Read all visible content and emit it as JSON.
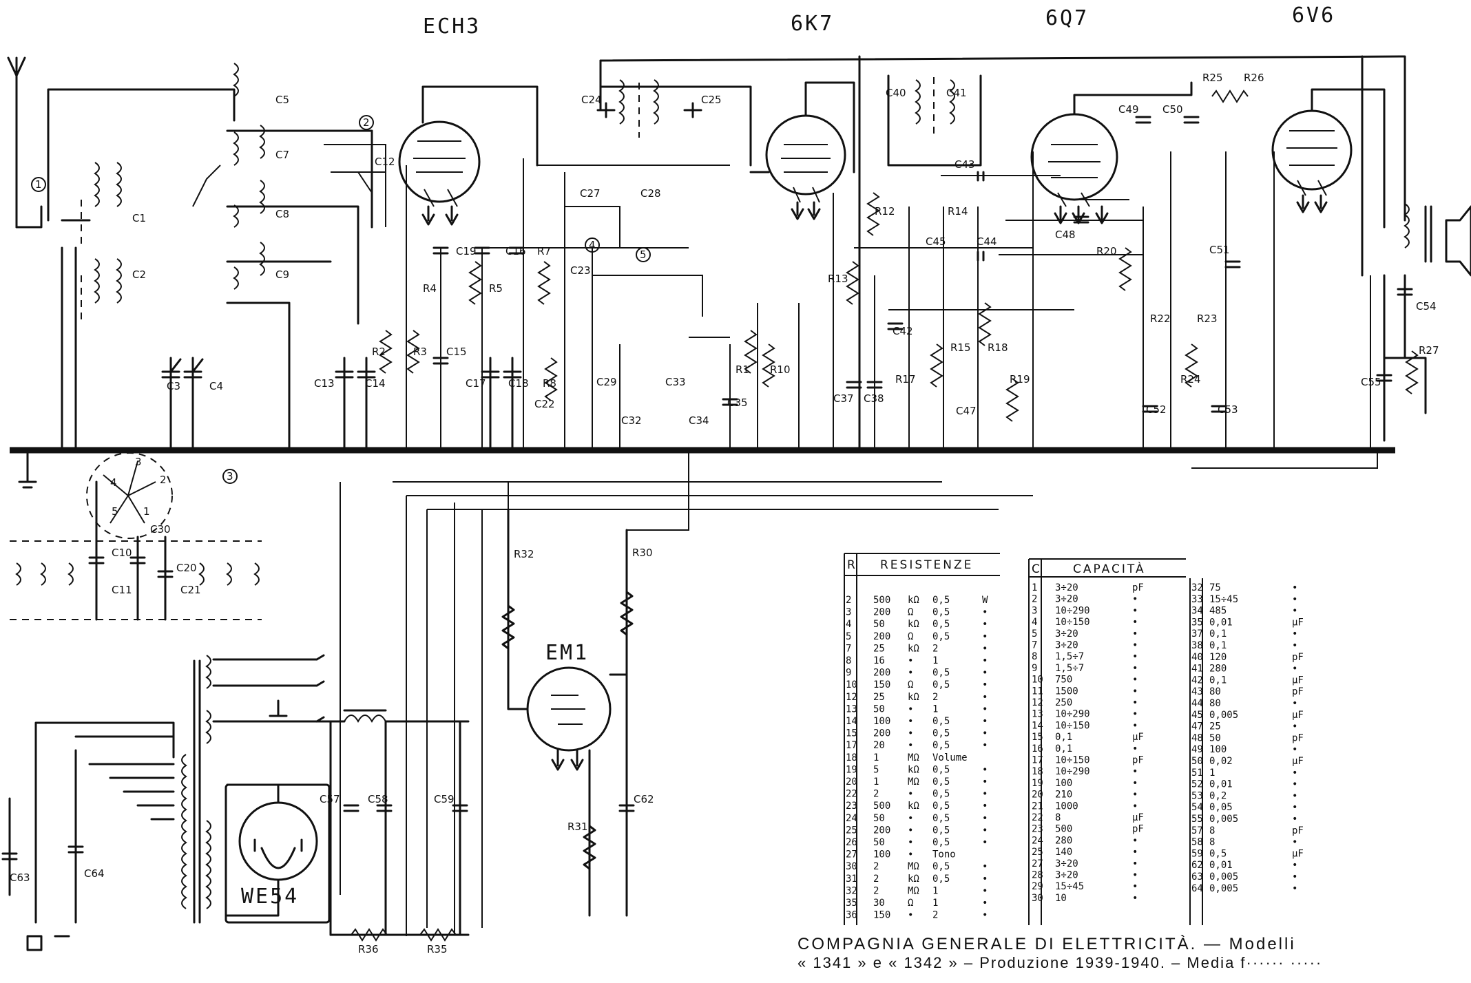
{
  "tubes": {
    "ech3": "ECH3",
    "6k7": "6K7",
    "6q7": "6Q7",
    "6v6": "6V6",
    "em1": "EM1",
    "we54": "WE54"
  },
  "component_labels": [
    "C5",
    "C7",
    "C8",
    "C9",
    "C1",
    "C2",
    "C3",
    "C4",
    "C12",
    "C13",
    "C14",
    "R2",
    "R3",
    "R4",
    "C15",
    "C16",
    "C19",
    "R5",
    "R7",
    "C17",
    "C18",
    "R8",
    "C22",
    "C27",
    "C28",
    "C23",
    "C29",
    "C32",
    "C33",
    "C34",
    "C24",
    "C25",
    "R1",
    "C35",
    "R10",
    "C37",
    "C38",
    "R12",
    "R13",
    "C40",
    "C41",
    "C43",
    "C45",
    "C44",
    "R14",
    "C42",
    "R17",
    "R15",
    "R18",
    "C47",
    "R19",
    "C48",
    "R20",
    "C49",
    "C50",
    "R25",
    "R26",
    "C51",
    "R22",
    "R23",
    "C52",
    "R24",
    "C53",
    "C54",
    "R27",
    "C55",
    "C10",
    "C11",
    "C20",
    "C21",
    "C30",
    "R32",
    "R30",
    "C57",
    "C58",
    "C59",
    "C62",
    "R31",
    "R36",
    "R35",
    "C63",
    "C64"
  ],
  "terminal_markers": [
    "1",
    "2",
    "3",
    "4",
    "5"
  ],
  "selector_pins": [
    "1",
    "2",
    "3",
    "4",
    "5"
  ],
  "resistances_table": {
    "header_index": "R",
    "header_title": "RESISTENZE",
    "rows": [
      [
        "2",
        "500",
        "kΩ",
        "0,5",
        "W"
      ],
      [
        "3",
        "200",
        "Ω",
        "0,5",
        "•"
      ],
      [
        "4",
        "50",
        "kΩ",
        "0,5",
        "•"
      ],
      [
        "5",
        "200",
        "Ω",
        "0,5",
        "•"
      ],
      [
        "7",
        "25",
        "kΩ",
        "2",
        "•"
      ],
      [
        "8",
        "16",
        "•",
        "1",
        "•"
      ],
      [
        "9",
        "200",
        "•",
        "0,5",
        "•"
      ],
      [
        "10",
        "150",
        "Ω",
        "0,5",
        "•"
      ],
      [
        "12",
        "25",
        "kΩ",
        "2",
        "•"
      ],
      [
        "13",
        "50",
        "•",
        "1",
        "•"
      ],
      [
        "14",
        "100",
        "•",
        "0,5",
        "•"
      ],
      [
        "15",
        "200",
        "•",
        "0,5",
        "•"
      ],
      [
        "17",
        "20",
        "•",
        "0,5",
        "•"
      ],
      [
        "18",
        "1",
        "MΩ",
        "Volume",
        ""
      ],
      [
        "19",
        "5",
        "kΩ",
        "0,5",
        "•"
      ],
      [
        "20",
        "1",
        "MΩ",
        "0,5",
        "•"
      ],
      [
        "22",
        "2",
        "•",
        "0,5",
        "•"
      ],
      [
        "23",
        "500",
        "kΩ",
        "0,5",
        "•"
      ],
      [
        "24",
        "50",
        "•",
        "0,5",
        "•"
      ],
      [
        "25",
        "200",
        "•",
        "0,5",
        "•"
      ],
      [
        "26",
        "50",
        "•",
        "0,5",
        "•"
      ],
      [
        "27",
        "100",
        "•",
        "Tono",
        ""
      ],
      [
        "30",
        "2",
        "MΩ",
        "0,5",
        "•"
      ],
      [
        "31",
        "2",
        "kΩ",
        "0,5",
        "•"
      ],
      [
        "32",
        "2",
        "MΩ",
        "1",
        "•"
      ],
      [
        "35",
        "30",
        "Ω",
        "1",
        "•"
      ],
      [
        "36",
        "150",
        "•",
        "2",
        "•"
      ]
    ]
  },
  "capacities_table": {
    "header_index": "C",
    "header_title": "CAPACITÀ",
    "rows_left": [
      [
        "1",
        "3÷20",
        "pF"
      ],
      [
        "2",
        "3÷20",
        "•"
      ],
      [
        "3",
        "10÷290",
        "•"
      ],
      [
        "4",
        "10÷150",
        "•"
      ],
      [
        "5",
        "3÷20",
        "•"
      ],
      [
        "7",
        "3÷20",
        "•"
      ],
      [
        "8",
        "1,5÷7",
        "•"
      ],
      [
        "9",
        "1,5÷7",
        "•"
      ],
      [
        "10",
        "750",
        "•"
      ],
      [
        "11",
        "1500",
        "•"
      ],
      [
        "12",
        "250",
        "•"
      ],
      [
        "13",
        "10÷290",
        "•"
      ],
      [
        "14",
        "10÷150",
        "•"
      ],
      [
        "15",
        "0,1",
        "µF"
      ],
      [
        "16",
        "0,1",
        "•"
      ],
      [
        "17",
        "10÷150",
        "pF"
      ],
      [
        "18",
        "10÷290",
        "•"
      ],
      [
        "19",
        "100",
        "•"
      ],
      [
        "20",
        "210",
        "•"
      ],
      [
        "21",
        "1000",
        "•"
      ],
      [
        "22",
        "8",
        "µF"
      ],
      [
        "23",
        "500",
        "pF"
      ],
      [
        "24",
        "280",
        "•"
      ],
      [
        "25",
        "140",
        "•"
      ],
      [
        "27",
        "3÷20",
        "•"
      ],
      [
        "28",
        "3÷20",
        "•"
      ],
      [
        "29",
        "15÷45",
        "•"
      ],
      [
        "30",
        "10",
        "•"
      ]
    ],
    "rows_right": [
      [
        "32",
        "75",
        "•"
      ],
      [
        "33",
        "15÷45",
        "•"
      ],
      [
        "34",
        "485",
        "•"
      ],
      [
        "35",
        "0,01",
        "µF"
      ],
      [
        "37",
        "0,1",
        "•"
      ],
      [
        "38",
        "0,1",
        "•"
      ],
      [
        "40",
        "120",
        "pF"
      ],
      [
        "41",
        "280",
        "•"
      ],
      [
        "42",
        "0,1",
        "µF"
      ],
      [
        "43",
        "80",
        "pF"
      ],
      [
        "44",
        "80",
        "•"
      ],
      [
        "45",
        "0,005",
        "µF"
      ],
      [
        "47",
        "25",
        "•"
      ],
      [
        "48",
        "50",
        "pF"
      ],
      [
        "49",
        "100",
        "•"
      ],
      [
        "50",
        "0,02",
        "µF"
      ],
      [
        "51",
        "1",
        "•"
      ],
      [
        "52",
        "0,01",
        "•"
      ],
      [
        "53",
        "0,2",
        "•"
      ],
      [
        "54",
        "0,05",
        "•"
      ],
      [
        "55",
        "0,005",
        "•"
      ],
      [
        "57",
        "8",
        "pF"
      ],
      [
        "58",
        "8",
        "•"
      ],
      [
        "59",
        "0,5",
        "µF"
      ],
      [
        "62",
        "0,01",
        "•"
      ],
      [
        "63",
        "0,005",
        "•"
      ],
      [
        "64",
        "0,005",
        "•"
      ]
    ]
  },
  "footer": {
    "line1": "COMPAGNIA GENERALE DI ELETTRICITÀ. — Modelli",
    "line2": "« 1341 » e « 1342 » – Produzione 1939-1940. – Media f······ ·····"
  }
}
